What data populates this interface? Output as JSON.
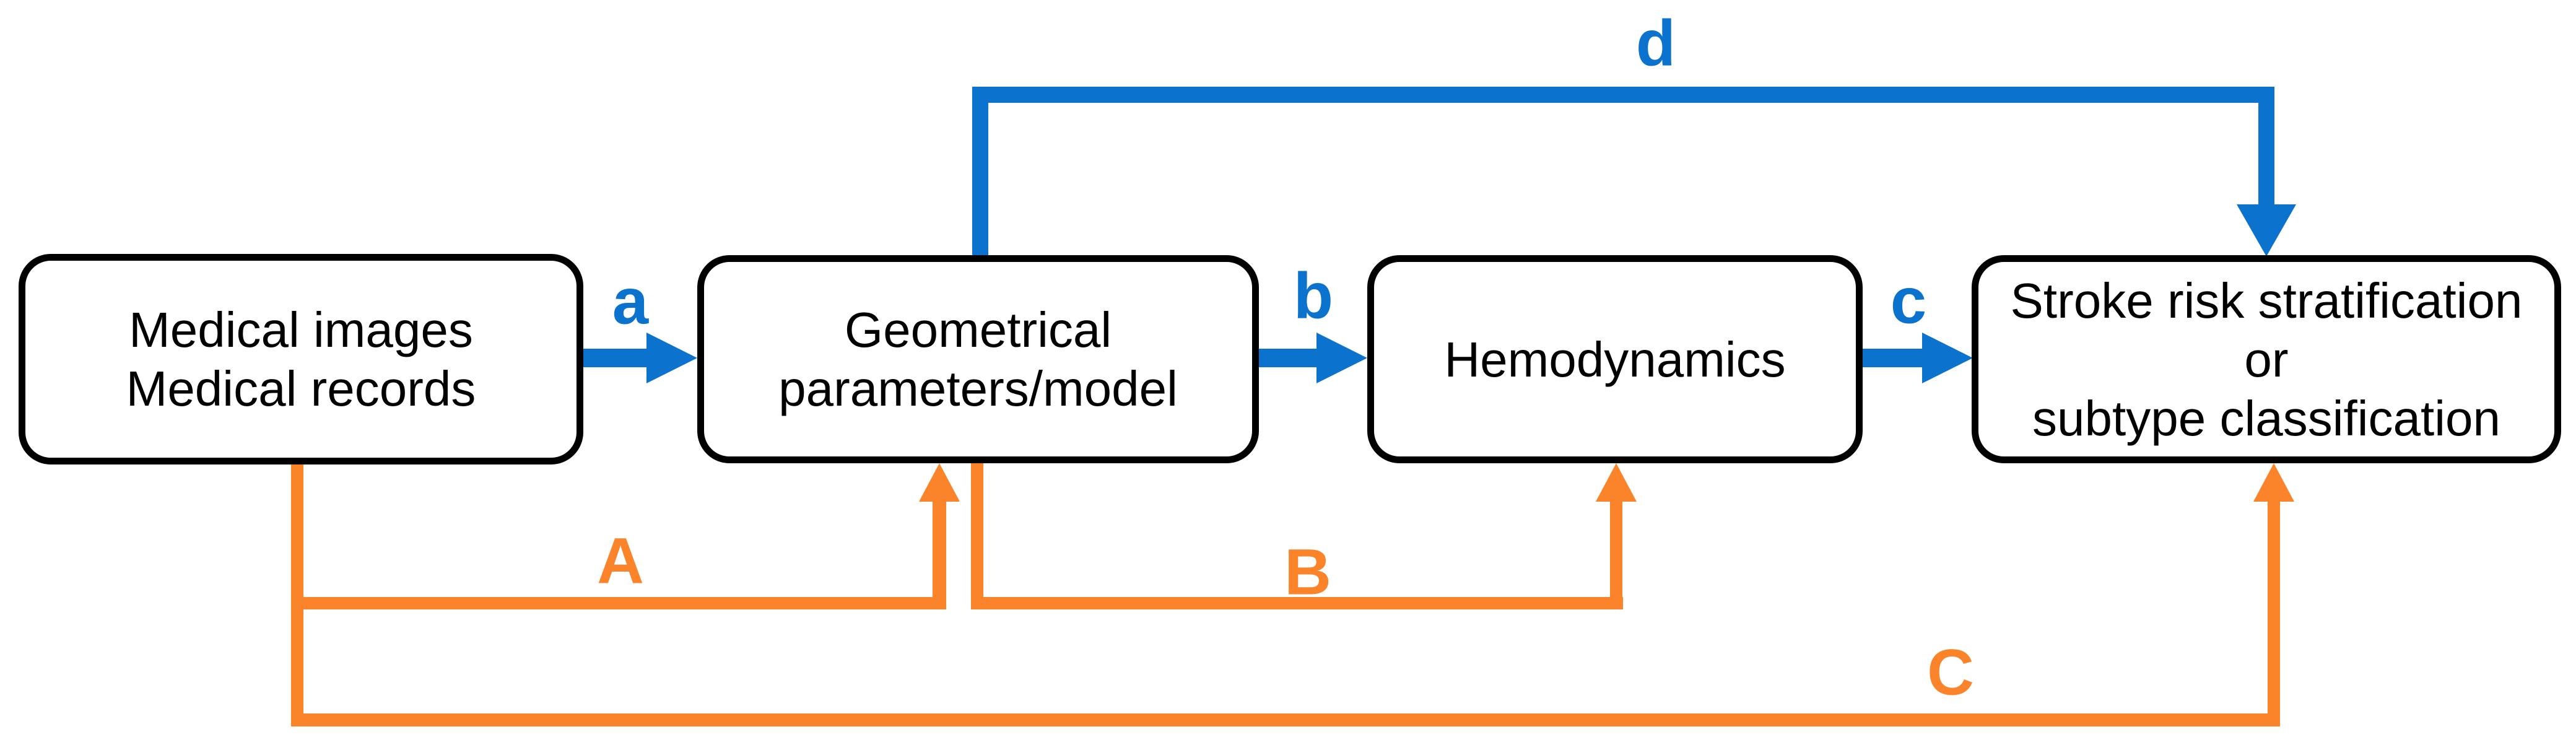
{
  "colors": {
    "flow_blue": "#0b72cd",
    "feedback_orange": "#fb8329",
    "box_border": "#000000",
    "box_fill": "#ffffff",
    "box_text": "#000000"
  },
  "boxes": [
    {
      "id": "medical-data",
      "lines": [
        "Medical images",
        "Medical records"
      ]
    },
    {
      "id": "geometrical",
      "lines": [
        "Geometrical",
        "parameters/model"
      ]
    },
    {
      "id": "hemodynamics",
      "lines": [
        "Hemodynamics"
      ]
    },
    {
      "id": "stroke-outcome",
      "lines": [
        "Stroke risk stratification",
        "or",
        "subtype classification"
      ]
    }
  ],
  "arrows": [
    {
      "id": "a",
      "label": "a",
      "color": "blue",
      "from": "medical-data",
      "to": "geometrical"
    },
    {
      "id": "b",
      "label": "b",
      "color": "blue",
      "from": "geometrical",
      "to": "hemodynamics"
    },
    {
      "id": "c",
      "label": "c",
      "color": "blue",
      "from": "hemodynamics",
      "to": "stroke-outcome"
    },
    {
      "id": "d",
      "label": "d",
      "color": "blue",
      "from": "geometrical",
      "to": "stroke-outcome"
    },
    {
      "id": "A",
      "label": "A",
      "color": "orange",
      "from": "medical-data",
      "to": "geometrical"
    },
    {
      "id": "B",
      "label": "B",
      "color": "orange",
      "from": "geometrical",
      "to": "hemodynamics"
    },
    {
      "id": "C",
      "label": "C",
      "color": "orange",
      "from": "medical-data",
      "to": "stroke-outcome"
    }
  ]
}
